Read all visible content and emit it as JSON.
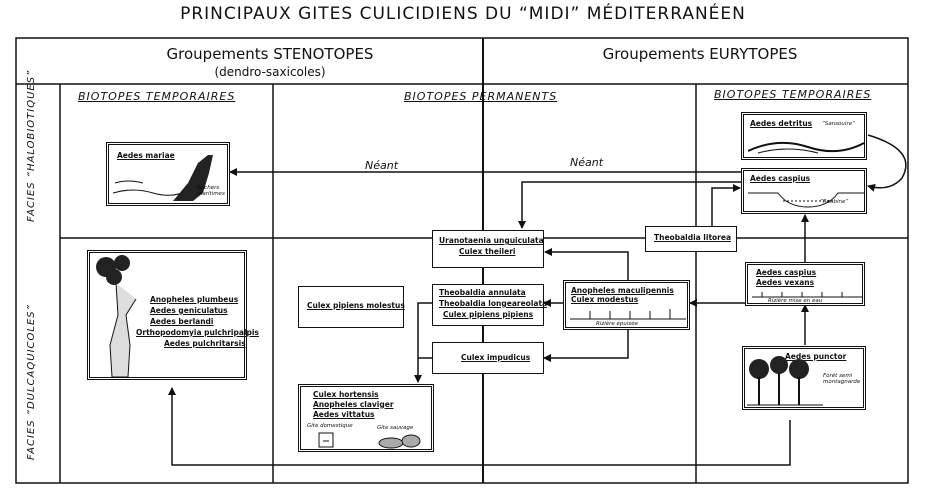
{
  "title": "PRINCIPAUX GITES CULICIDIENS DU “MIDI” MÉDITERRANÉEN",
  "groups": {
    "stenotopes": {
      "title": "Groupements STENOTOPES",
      "subtitle": "(dendro-saxicoles)"
    },
    "eurytopes": {
      "title": "Groupements EURYTOPES"
    }
  },
  "biotopes": {
    "left_temporaires": "BIOTOPES TEMPORAIRES",
    "permanents": "BIOTOPES PERMANENTS",
    "right_temporaires": "BIOTOPES TEMPORAIRES"
  },
  "facies": {
    "halobiotiques": "FACIES “HALOBIOTIQUES”",
    "dulcaquicoles": "FACIES “DULCAQUICOLES”"
  },
  "neant": [
    "Néant",
    "Néant"
  ],
  "boxes": {
    "aedes_mariae": {
      "species": [
        "Aedes mariae"
      ],
      "caption": "Rochers maritimes"
    },
    "aedes_detritus": {
      "species": [
        "Aedes detritus"
      ],
      "caption": "“Sansouire”"
    },
    "aedes_caspius_top": {
      "species": [
        "Aedes caspius"
      ],
      "caption": "“Roubine”"
    },
    "tree_species": {
      "species": [
        "Anopheles plumbeus",
        "Aedes geniculatus",
        "Aedes berlandi",
        "Orthopodomyia pulchripalpis",
        "Aedes pulchritarsis"
      ]
    },
    "uranotaenia": {
      "species": [
        "Uranotaenia unguiculata",
        "Culex theileri"
      ]
    },
    "theobaldia_litorea": {
      "species": [
        "Theobaldia litorea"
      ]
    },
    "culex_molestus": {
      "species": [
        "Culex pipiens molestus"
      ]
    },
    "theobaldia_annulata": {
      "species": [
        "Theobaldia annulata",
        "Theobaldia longeareolata",
        "Culex pipiens pipiens"
      ]
    },
    "anopheles_macu": {
      "species": [
        "Anopheles maculipennis",
        "Culex modestus"
      ],
      "caption": "Rizière épuisée"
    },
    "aedes_caspius_vexans": {
      "species": [
        "Aedes caspius",
        "Aedes vexans"
      ],
      "caption": "Rizière mise en eau"
    },
    "culex_impudicus": {
      "species": [
        "Culex impudicus"
      ]
    },
    "culex_hortensis": {
      "species": [
        "Culex hortensis",
        "Anopheles claviger",
        "Aedes vittatus"
      ],
      "captions": [
        "Gite domestique",
        "Gite sauvage"
      ]
    },
    "aedes_punctor": {
      "species": [
        "Aedes punctor"
      ],
      "caption": "Forêt semi montagnarde"
    }
  }
}
